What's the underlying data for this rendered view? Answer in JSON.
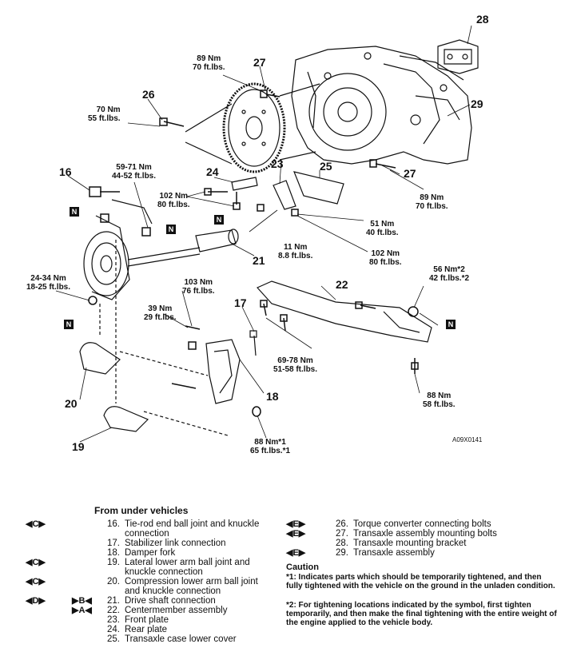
{
  "diagram": {
    "part_numbers": {
      "p16": "16",
      "p17": "17",
      "p18": "18",
      "p19": "19",
      "p20": "20",
      "p21": "21",
      "p22": "22",
      "p23": "23",
      "p24": "24",
      "p25": "25",
      "p26": "26",
      "p27a": "27",
      "p27b": "27",
      "p28": "28",
      "p29": "29"
    },
    "torques": {
      "t27_top": [
        "89 Nm",
        "70 ft.lbs."
      ],
      "t26": [
        "70 Nm",
        "55 ft.lbs."
      ],
      "t16": [
        "59-71 Nm",
        "44-52 ft.lbs."
      ],
      "t24": [
        "102 Nm",
        "80 ft.lbs."
      ],
      "t27_right": [
        "89 Nm",
        "70 ft.lbs."
      ],
      "t51": [
        "51 Nm",
        "40 ft.lbs."
      ],
      "t11": [
        "11 Nm",
        "8.8 ft.lbs."
      ],
      "t102b": [
        "102 Nm",
        "80 ft.lbs."
      ],
      "t56": [
        "56 Nm*2",
        "42 ft.lbs.*2"
      ],
      "t2434": [
        "24-34 Nm",
        "18-25 ft.lbs."
      ],
      "t103": [
        "103 Nm",
        "76 ft.lbs."
      ],
      "t39": [
        "39 Nm",
        "29 ft.lbs."
      ],
      "t6978": [
        "69-78 Nm",
        "51-58 ft.lbs."
      ],
      "t88r": [
        "88 Nm",
        "58 ft.lbs."
      ],
      "t88b": [
        "88 Nm*1",
        "65 ft.lbs.*1"
      ]
    },
    "n_mark": "N",
    "figure_code": "A09X0141"
  },
  "legend": {
    "title": "From under vehicles",
    "items": [
      {
        "sym": "◀C▶",
        "sym2": "",
        "num": "16.",
        "text": "Tie-rod end ball joint and knuckle",
        "cont": "connection"
      },
      {
        "sym": "",
        "sym2": "",
        "num": "17.",
        "text": "Stabilizer link connection",
        "cont": ""
      },
      {
        "sym": "",
        "sym2": "",
        "num": "18.",
        "text": "Damper fork",
        "cont": ""
      },
      {
        "sym": "◀C▶",
        "sym2": "",
        "num": "19.",
        "text": "Lateral lower arm ball joint and",
        "cont": "knuckle connection"
      },
      {
        "sym": "◀C▶",
        "sym2": "",
        "num": "20.",
        "text": "Compression lower arm ball joint",
        "cont": "and knuckle connection"
      },
      {
        "sym": "◀D▶",
        "sym2": "▶B◀",
        "num": "21.",
        "text": "Drive shaft connection",
        "cont": ""
      },
      {
        "sym": "",
        "sym2": "▶A◀",
        "num": "22.",
        "text": "Centermember assembly",
        "cont": ""
      },
      {
        "sym": "",
        "sym2": "",
        "num": "23.",
        "text": "Front plate",
        "cont": ""
      },
      {
        "sym": "",
        "sym2": "",
        "num": "24.",
        "text": "Rear plate",
        "cont": ""
      },
      {
        "sym": "",
        "sym2": "",
        "num": "25.",
        "text": "Transaxle case lower cover",
        "cont": ""
      }
    ],
    "right_items": [
      {
        "sym": "◀E▶",
        "num": "26.",
        "text": "Torque converter connecting bolts"
      },
      {
        "sym": "◀E▶",
        "num": "27.",
        "text": "Transaxle assembly mounting bolts"
      },
      {
        "sym": "",
        "num": "28.",
        "text": "Transaxle mounting bracket"
      },
      {
        "sym": "◀E▶",
        "num": "29.",
        "text": "Transaxle assembly"
      }
    ],
    "caution_title": "Caution",
    "notes": [
      "*1: Indicates parts which should be temporarily tightened, and then fully tightened with the vehicle on the ground in the unladen condition.",
      "*2: For tightening locations indicated by the symbol, first tighten temporarily, and then make the final tightening with the entire weight of the engine applied to the vehicle body."
    ]
  }
}
